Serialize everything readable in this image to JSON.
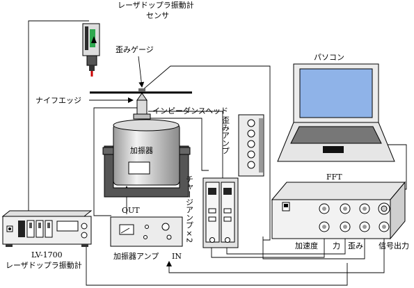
{
  "labels": {
    "vibrometer_head_line1": "レーザドップラ振動計",
    "vibrometer_head_line2": "センサ",
    "strain_gauge": "歪みゲージ",
    "knife_edge": "ナイフエッジ",
    "impedance_head": "インピーダンスヘッド",
    "shaker": "加振器",
    "strain_amp": "歪みアンプ",
    "charge_amp": "チャージアンプ×2",
    "pc": "パソコン",
    "fft": "FFT",
    "out": "OUT",
    "in": "IN",
    "lv_model": "LV-1700",
    "lv_name": "レーザドップラ振動計",
    "shaker_amp": "加振器アンプ",
    "ch_accel": "加速度",
    "ch_force": "力",
    "ch_strain": "歪み",
    "signal_out": "信号出力"
  },
  "colors": {
    "laser_beam": "#cc0000",
    "sensor_green": "#2fa84f",
    "device_gray": "#e6e6e6",
    "dark_gray": "#555555",
    "screen_blue": "#8fb3e8"
  }
}
